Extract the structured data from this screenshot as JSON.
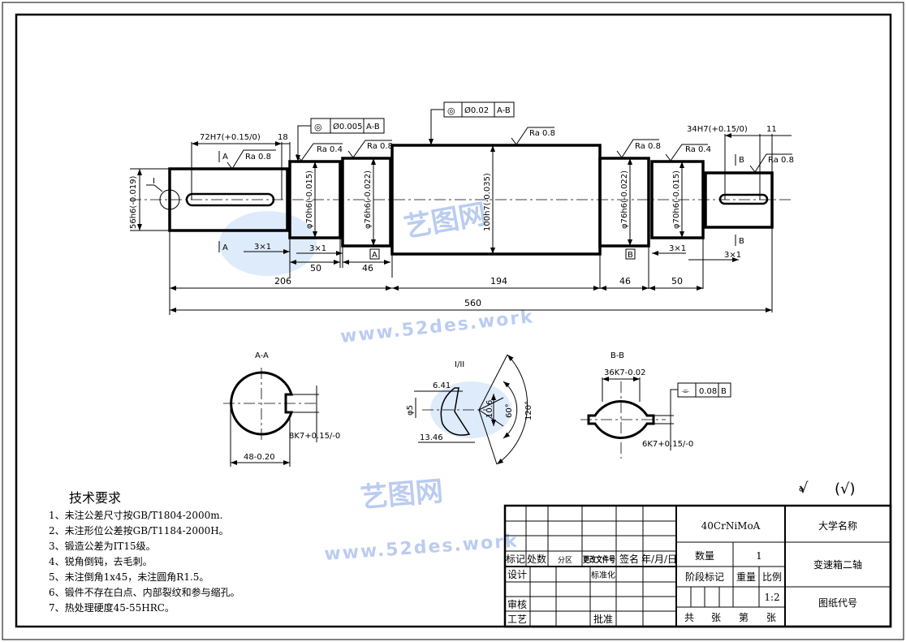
{
  "main_view": {
    "dims": {
      "d56": "56h6(-0.019)",
      "d70a": "φ70h6(-0.015)",
      "d76a": "φ76h6(-0.022)",
      "d100": "100h7(-0.035)",
      "d76b": "φ76h6(-0.022)",
      "d70b": "φ70h6(-0.015)",
      "key_left": "72H7(+0.15/0)",
      "k18": "18",
      "key_right": "34H7(+0.15/0)",
      "k11": "11",
      "len206": "206",
      "len194": "194",
      "len46a": "46",
      "len50a": "50",
      "len46b": "46",
      "len50b": "50",
      "len560": "560",
      "ch1": "3×1",
      "ch2": "3×1",
      "ch3": "3×1",
      "ch4": "3×1"
    },
    "roughness": [
      "Ra 0.8",
      "Ra 0.4",
      "Ra 0.8",
      "Ra 0.8",
      "Ra 0.8",
      "Ra 0.4",
      "Ra 0.8"
    ],
    "section_marks": {
      "a1": "A",
      "a2": "A",
      "b1": "B",
      "b2": "B",
      "detail": "I"
    },
    "datums": {
      "a": "A",
      "b": "B"
    },
    "fcf1": {
      "symbol": "◎",
      "tol": "Ø0.005",
      "datum": "A-B"
    },
    "fcf2": {
      "symbol": "◎",
      "tol": "Ø0.02",
      "datum": "A-B"
    }
  },
  "section_aa": {
    "title": "A-A",
    "width": "48-0.20",
    "key": "8K7+0.15/-0"
  },
  "detail": {
    "title": "I/II",
    "d641": "6.41",
    "d5": "φ5",
    "d1346": "13.46",
    "d106": "10.6",
    "a60": "60°",
    "a120": "120°"
  },
  "section_bb": {
    "title": "B-B",
    "width": "36K7-0.02",
    "key": "6K7+0.15/-0",
    "fcf": {
      "symbol": "⌯",
      "tol": "0.08",
      "datum": "B"
    }
  },
  "surface_note": {
    "symbol": "√",
    "bracket": "(√)"
  },
  "tech": {
    "title": "技术要求",
    "items": [
      "1、未注公差尺寸按GB/T1804-2000m.",
      "2、未注形位公差按GB/T1184-2000H。",
      "3、锻造公差为IT15级。",
      "4、锐角倒钝，去毛刺。",
      "5、未注倒角1x45，未注圆角R1.5。",
      "6、锻件不存在白点、内部裂纹和参与缩孔。",
      "7、热处理硬度45-55HRC。"
    ]
  },
  "title_block": {
    "header": [
      "标记",
      "处数",
      "分区",
      "更改文件号",
      "签名",
      "年/月/日"
    ],
    "design": "设计",
    "standard": "标准化",
    "review": "审核",
    "process": "工艺",
    "approve": "批准",
    "material": "40CrNiMoA",
    "quantity_label": "数量",
    "quantity": "1",
    "stage_label": "阶段标记",
    "weight_label": "重量",
    "scale_label": "比例",
    "scale": "1:2",
    "sheets": [
      "共",
      "张",
      "第",
      "张"
    ],
    "school": "大学名称",
    "part_name": "变速箱二轴",
    "drawing_no": "图纸代号"
  },
  "watermark": {
    "cn": "艺图网",
    "url": "www.52des.work"
  }
}
